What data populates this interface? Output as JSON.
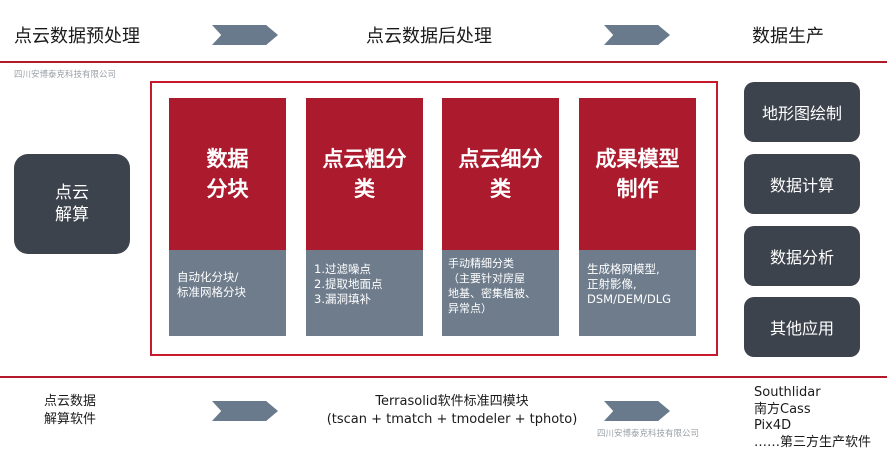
{
  "header": {
    "stage1": "点云数据预处理",
    "stage2": "点云数据后处理",
    "stage3": "数据生产",
    "watermark": "四川安博泰克科技有限公司"
  },
  "left": {
    "line1": "点云",
    "line2": "解算"
  },
  "cards": [
    {
      "title": [
        "数据",
        "分块"
      ],
      "desc": [
        "自动化分块/",
        "标准网格分块"
      ]
    },
    {
      "title": [
        "点云粗分",
        "类"
      ],
      "desc": [
        "1.过滤噪点",
        "2.提取地面点",
        "3.漏洞填补"
      ]
    },
    {
      "title": [
        "点云细分",
        "类"
      ],
      "desc": [
        "手动精细分类",
        "（主要针对房屋",
        "地基、密集植被、",
        "异常点）"
      ]
    },
    {
      "title": [
        "成果模型",
        "制作"
      ],
      "desc": [
        "生成格网模型,",
        "正射影像,",
        "DSM/DEM/DLG"
      ]
    }
  ],
  "right": [
    "地形图绘制",
    "数据计算",
    "数据分析",
    "其他应用"
  ],
  "footer": {
    "left": [
      "点云数据",
      "解算软件"
    ],
    "center": [
      "Terrasolid软件标准四模块",
      "(tscan + tmatch + tmodeler + tphoto)"
    ],
    "right": [
      "Southlidar",
      "南方Cass",
      "Pix4D",
      "……第三方生产软件"
    ],
    "watermark": "四川安博泰克科技有限公司"
  }
}
